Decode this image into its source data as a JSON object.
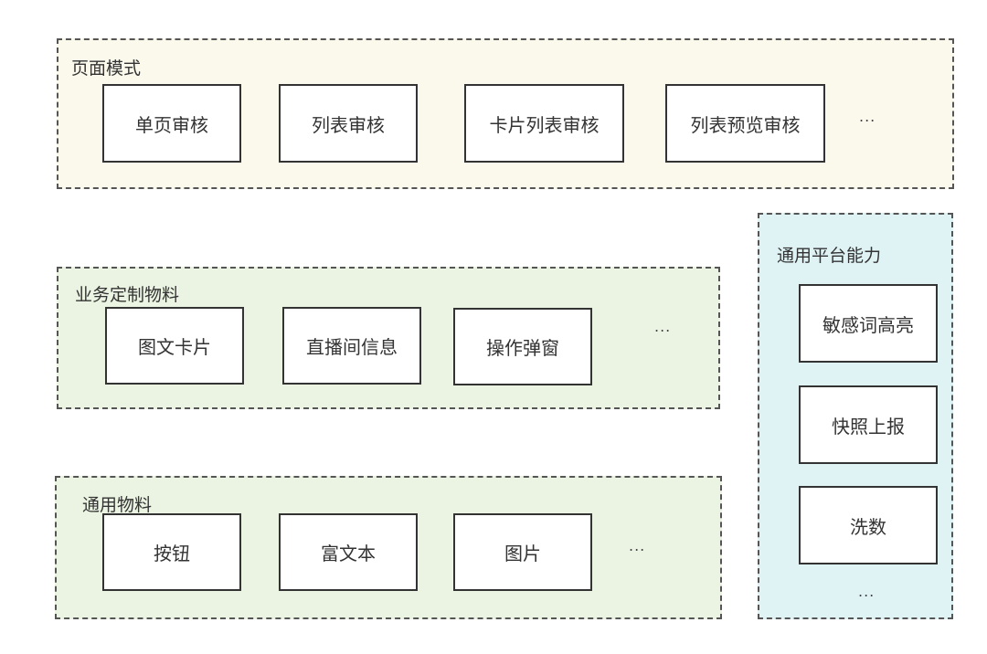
{
  "groups": {
    "page_mode": {
      "title": "页面模式",
      "items": [
        "单页审核",
        "列表审核",
        "卡片列表审核",
        "列表预览审核"
      ],
      "more": "...",
      "background": "#fbf8ec"
    },
    "business_materials": {
      "title": "业务定制物料",
      "items": [
        "图文卡片",
        "直播间信息",
        "操作弹窗"
      ],
      "more": "...",
      "background": "#ebf4e2"
    },
    "common_materials": {
      "title": "通用物料",
      "items": [
        "按钮",
        "富文本",
        "图片"
      ],
      "more": "...",
      "background": "#ebf4e2"
    },
    "platform_capabilities": {
      "title": "通用平台能力",
      "items": [
        "敏感词高亮",
        "快照上报",
        "洗数"
      ],
      "more": "...",
      "background": "#dff2f4"
    }
  }
}
